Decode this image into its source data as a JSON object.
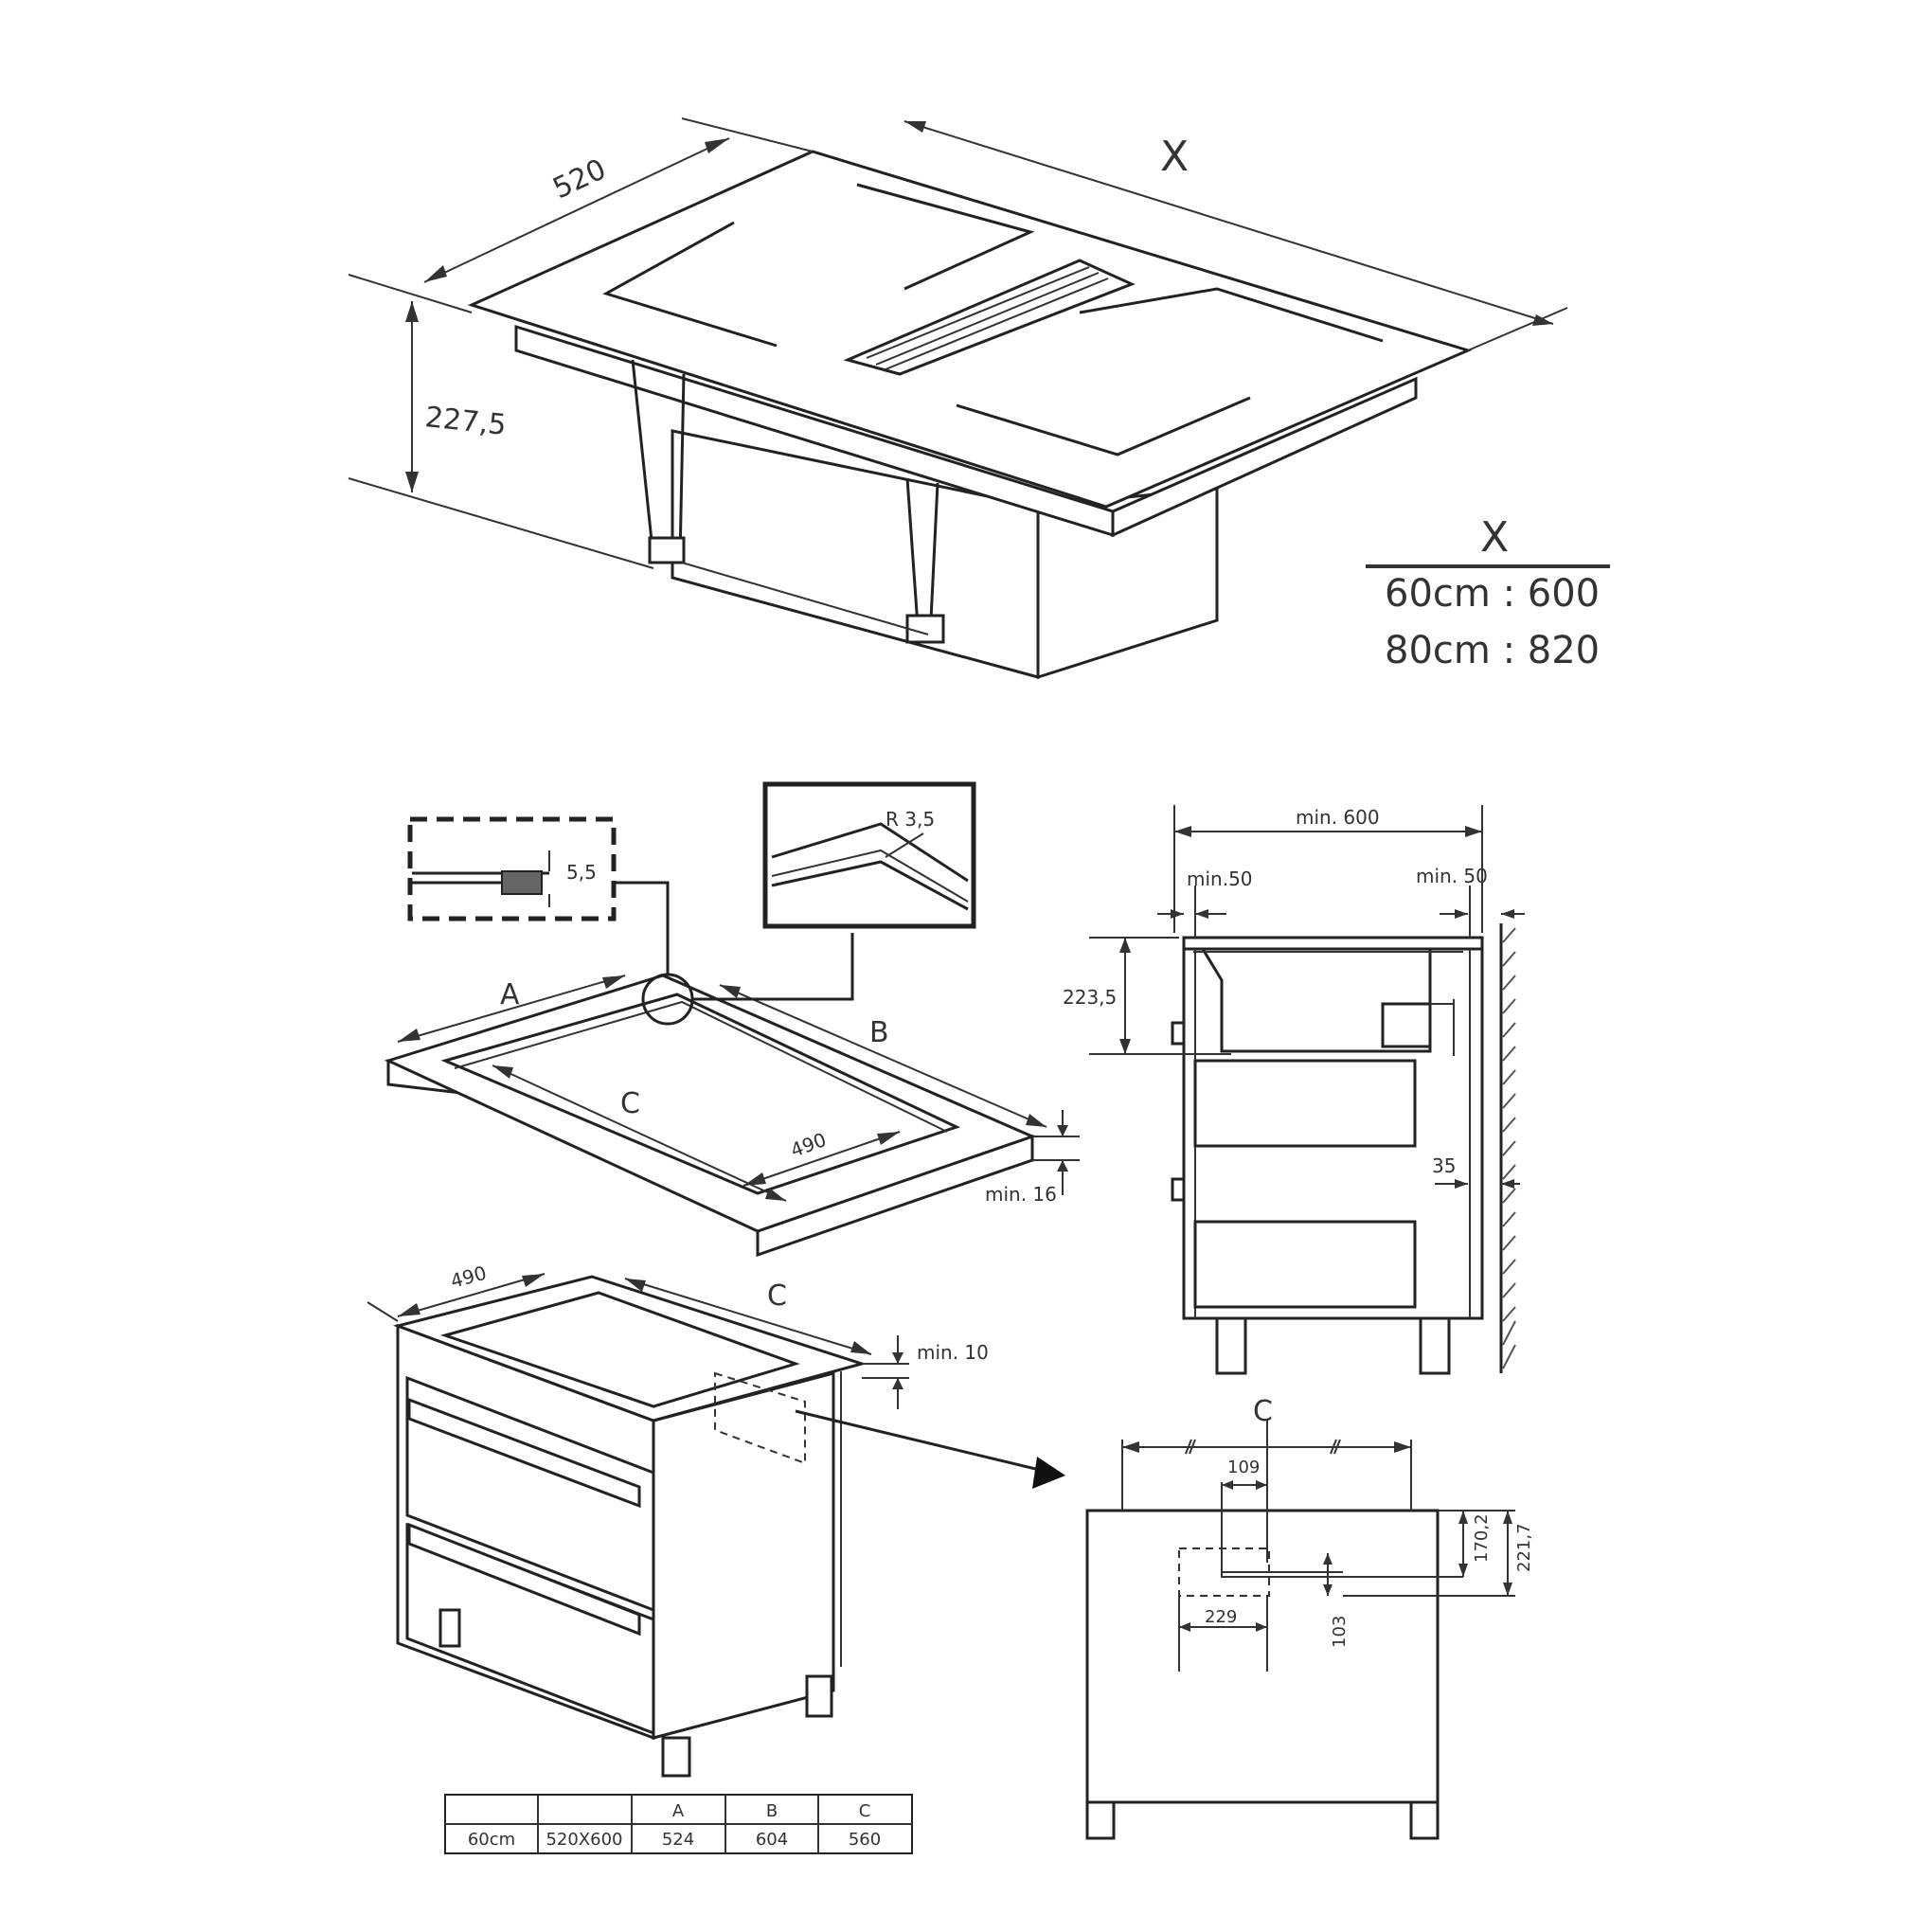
{
  "hob": {
    "depth_label": "520",
    "width_label": "X",
    "height_label": "227,5"
  },
  "x_legend": {
    "title": "X",
    "row_60": "60cm : 600",
    "row_80": "80cm : 820"
  },
  "cutout": {
    "a_label": "A",
    "b_label": "B",
    "c_label": "C",
    "depth_490": "490",
    "min16": "min. 16",
    "detail_thickness": "5,5",
    "detail_radius": "R 3,5"
  },
  "cabinet": {
    "depth_490": "490",
    "c_label": "C",
    "min10": "min. 10"
  },
  "side_view": {
    "min600": "min. 600",
    "min50_left": "min.50",
    "min50_right": "min. 50",
    "height_223": "223,5",
    "gap_35": "35"
  },
  "back_panel": {
    "c_label": "C",
    "w109": "109",
    "h170": "170,2",
    "h221": "221,7",
    "w229": "229",
    "h103": "103"
  },
  "table": {
    "headers": [
      "",
      "",
      "A",
      "B",
      "C"
    ],
    "row": [
      "60cm",
      "520X600",
      "524",
      "604",
      "560"
    ]
  }
}
